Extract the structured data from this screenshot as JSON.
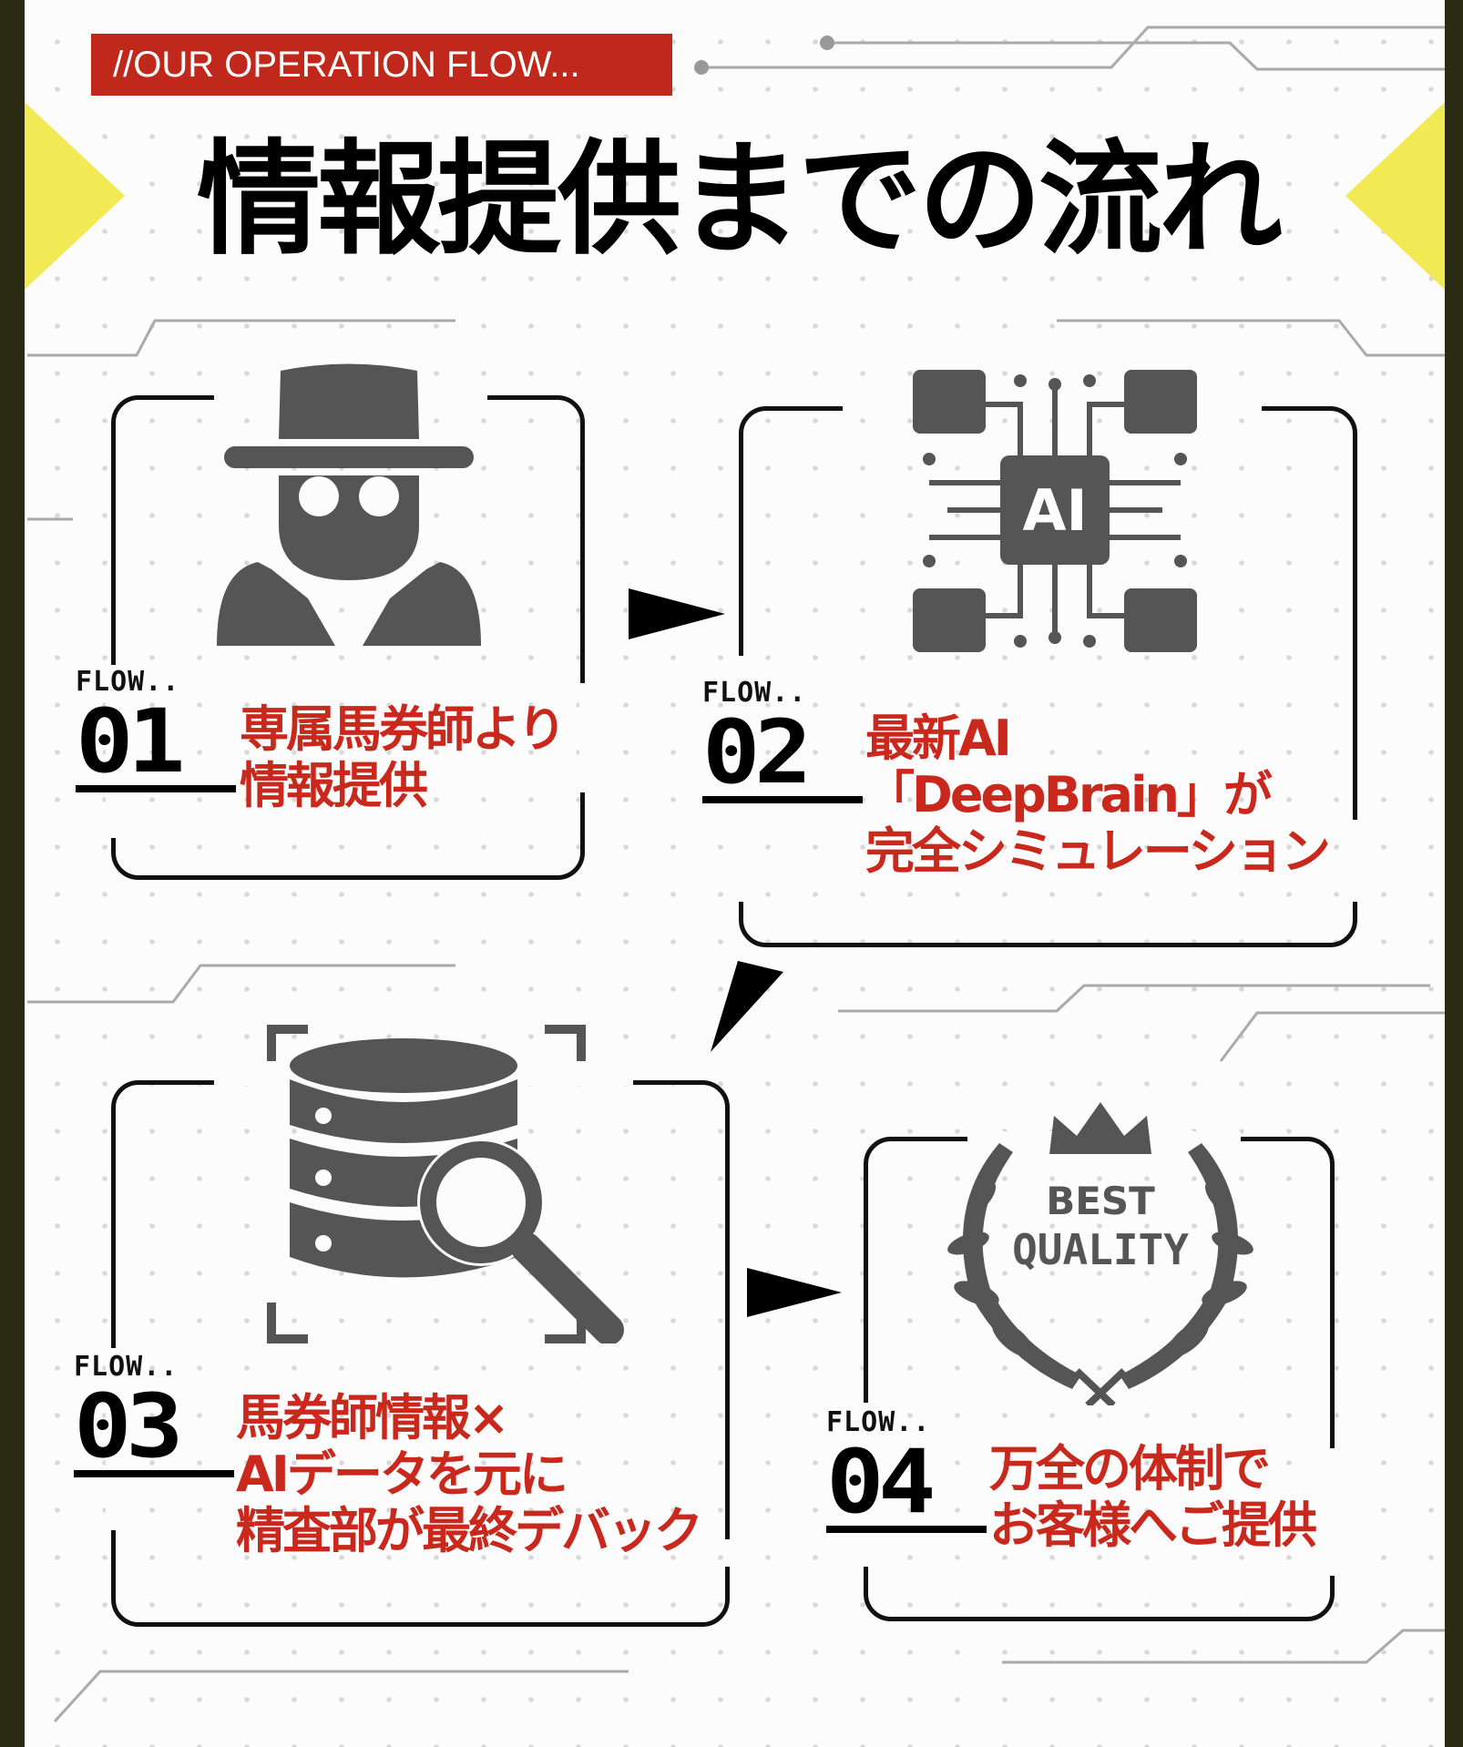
{
  "banner": "//OUR OPERATION FLOW...",
  "title": "情報提供までの流れ",
  "steps": [
    {
      "flow_label": "FLOW..",
      "number": "01",
      "lines": [
        "専属馬券師より",
        "情報提供"
      ],
      "icon": "spy-icon"
    },
    {
      "flow_label": "FLOW..",
      "number": "02",
      "lines": [
        "最新AI",
        "「DeepBrain」が",
        "完全シミュレーション"
      ],
      "icon": "ai-chip-icon",
      "icon_text": "AI"
    },
    {
      "flow_label": "FLOW..",
      "number": "03",
      "lines": [
        "馬券師情報×",
        "AIデータを元に",
        "精査部が最終デバック"
      ],
      "icon": "database-search-icon"
    },
    {
      "flow_label": "FLOW..",
      "number": "04",
      "lines": [
        "万全の体制で",
        "お客様へご提供"
      ],
      "icon": "best-quality-badge-icon",
      "icon_text": [
        "BEST",
        "QUALITY"
      ]
    }
  ],
  "colors": {
    "accent": "#c9281c",
    "banner": "#c0281c",
    "yellow": "#f2ea55",
    "icon": "#555555"
  }
}
